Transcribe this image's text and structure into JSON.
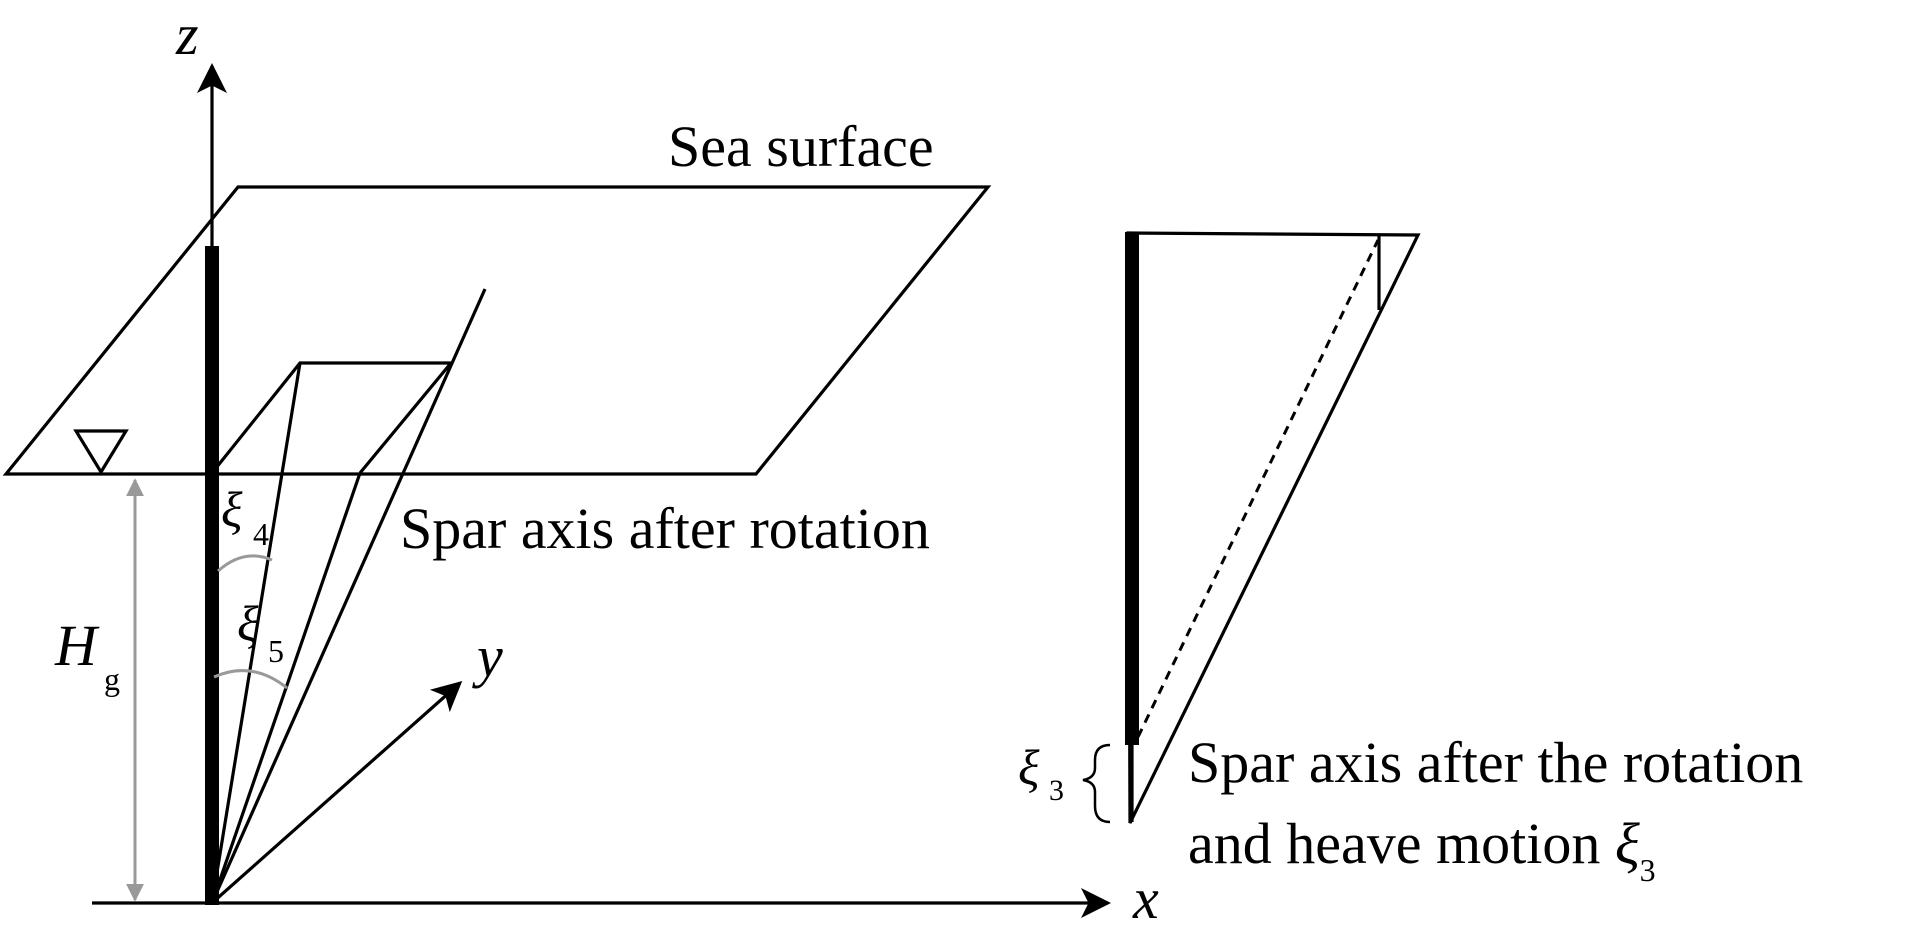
{
  "labels": {
    "z_axis": "z",
    "x_axis": "x",
    "y_axis": "y",
    "sea_surface": "Sea surface",
    "spar_axis_rotation": "Spar axis after rotation",
    "xi_symbol": "ξ",
    "xi4_sub": "4",
    "xi5_sub": "5",
    "xi3_sub": "3",
    "hg_symbol": "H",
    "hg_sub": "g",
    "spar_axis_heave_line1": "Spar axis after the rotation",
    "spar_axis_heave_line2": "and heave motion ",
    "spar_axis_heave_xi": "ξ",
    "spar_axis_heave_sub": "3"
  },
  "colors": {
    "ink": "#000000",
    "dimension_grey": "#999999",
    "background": "#ffffff"
  }
}
